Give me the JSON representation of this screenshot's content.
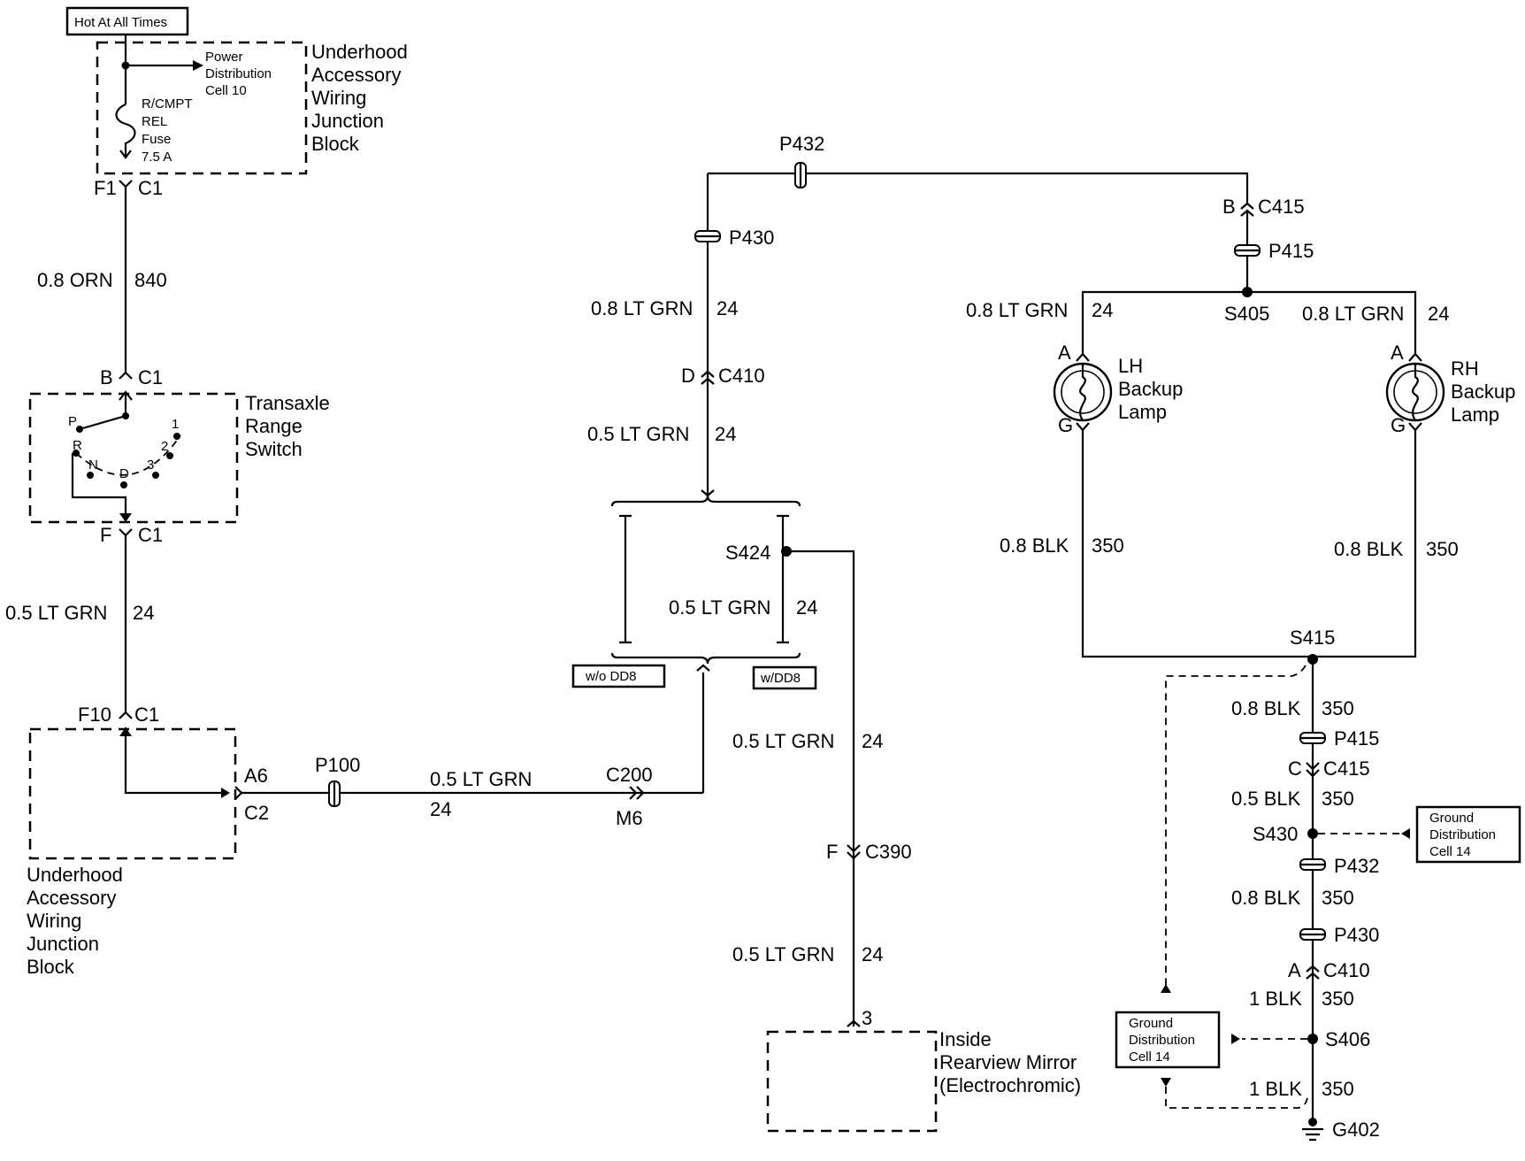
{
  "power": {
    "hot_label": "Hot At All Times",
    "block_name": [
      "Underhood",
      "Accessory",
      "Wiring",
      "Junction",
      "Block"
    ],
    "pdc": [
      "Power",
      "Distribution",
      "Cell 10"
    ],
    "fuse": [
      "R/CMPT",
      "REL",
      "Fuse",
      "7.5 A"
    ],
    "f1": "F1",
    "c1": "C1"
  },
  "w840": {
    "gauge": "0.8 ORN",
    "circuit": "840"
  },
  "trs": {
    "title": [
      "Transaxle",
      "Range",
      "Switch"
    ],
    "b": "B",
    "c1_top": "C1",
    "f": "F",
    "c1_bot": "C1",
    "positions": {
      "p": "P",
      "r": "R",
      "n": "N",
      "d": "D",
      "p3": "3",
      "p2": "2",
      "p1": "1"
    }
  },
  "w24_left": {
    "gauge": "0.5 LT GRN",
    "circuit": "24"
  },
  "uawjb_bottom": {
    "f10": "F10",
    "c1": "C1",
    "a6": "A6",
    "c2": "C2",
    "name": [
      "Underhood",
      "Accessory",
      "Wiring",
      "Junction",
      "Block"
    ]
  },
  "p100": {
    "label": "P100",
    "gauge": "0.5 LT GRN",
    "circuit": "24",
    "c200": "C200",
    "m6": "M6"
  },
  "mid": {
    "p432": "P432",
    "p430": "P430",
    "w1": {
      "gauge": "0.8 LT GRN",
      "circuit": "24"
    },
    "d": "D",
    "c410": "C410",
    "w2": {
      "gauge": "0.5 LT GRN",
      "circuit": "24"
    },
    "s424": "S424",
    "w3": {
      "gauge": "0.5 LT GRN",
      "circuit": "24"
    },
    "wo_dd8": "w/o DD8",
    "w_dd8": "w/DD8",
    "w4": {
      "gauge": "0.5 LT GRN",
      "circuit": "24"
    },
    "f": "F",
    "c390": "C390",
    "w5": {
      "gauge": "0.5 LT GRN",
      "circuit": "24"
    },
    "pin3": "3",
    "mirror": [
      "Inside",
      "Rearview Mirror",
      "(Electrochromic)"
    ]
  },
  "right": {
    "b": "B",
    "c415": "C415",
    "p415": "P415",
    "lh_wire": {
      "gauge": "0.8 LT GRN",
      "circuit": "24"
    },
    "s405": "S405",
    "rh_wire": {
      "gauge": "0.8 LT GRN",
      "circuit": "24"
    },
    "lh_a": "A",
    "lh_g": "G",
    "lh_lamp": [
      "LH",
      "Backup",
      "Lamp"
    ],
    "rh_a": "A",
    "rh_g": "G",
    "rh_lamp": [
      "RH",
      "Backup",
      "Lamp"
    ],
    "lh_blk": {
      "gauge": "0.8 BLK",
      "circuit": "350"
    },
    "rh_blk": {
      "gauge": "0.8 BLK",
      "circuit": "350"
    },
    "s415": "S415"
  },
  "ground": {
    "w1": {
      "gauge": "0.8 BLK",
      "circuit": "350"
    },
    "p415": "P415",
    "c": "C",
    "c415": "C415",
    "w2": {
      "gauge": "0.5 BLK",
      "circuit": "350"
    },
    "s430": "S430",
    "gdc_right": [
      "Ground",
      "Distribution",
      "Cell 14"
    ],
    "p432": "P432",
    "w3": {
      "gauge": "0.8 BLK",
      "circuit": "350"
    },
    "p430": "P430",
    "a": "A",
    "c410": "C410",
    "w4": {
      "gauge": "1 BLK",
      "circuit": "350"
    },
    "s406": "S406",
    "gdc_left": [
      "Ground",
      "Distribution",
      "Cell 14"
    ],
    "w5": {
      "gauge": "1 BLK",
      "circuit": "350"
    },
    "g402": "G402"
  }
}
